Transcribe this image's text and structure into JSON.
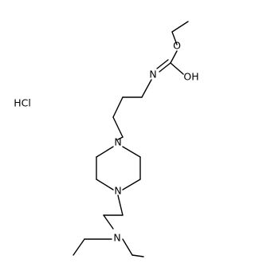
{
  "salt": "HCl",
  "atoms": {
    "carbamate_o_ether": "O",
    "carbamate_oh": "OH",
    "carbamate_n": "N",
    "piperazine_n_top": "N",
    "piperazine_n_bottom": "N",
    "amine_n": "N"
  }
}
